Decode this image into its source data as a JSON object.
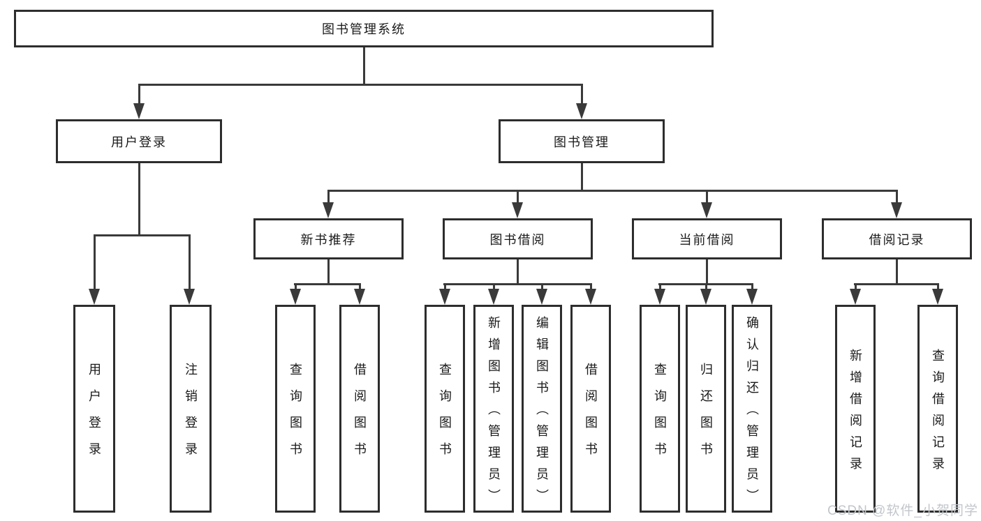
{
  "nodes": {
    "root": "图书管理系统",
    "level1": [
      "用户登录",
      "图书管理"
    ],
    "level2": [
      "新书推荐",
      "图书借阅",
      "当前借阅",
      "借阅记录"
    ],
    "leaves_user_login": [
      "用户登录",
      "注销登录"
    ],
    "leaves_new_book": [
      "查询图书",
      "借阅图书"
    ],
    "leaves_book_borrow": [
      "查询图书",
      "新增图书（管理员）",
      "编辑图书（管理员）",
      "借阅图书"
    ],
    "leaves_current_borrow": [
      "查询图书",
      "归还图书",
      "确认归还（管理员）"
    ],
    "leaves_borrow_record": [
      "新增借阅记录",
      "查询借阅记录"
    ]
  },
  "watermark": "CSDN @软件_小贺同学",
  "colors": {
    "background": "#ffffff",
    "box_fill": "#ffffff",
    "box_border": "#2d2d2d",
    "connector_line": "#3a3a3a",
    "text": "#1a1a1a",
    "watermark": "#c2c6cb"
  }
}
